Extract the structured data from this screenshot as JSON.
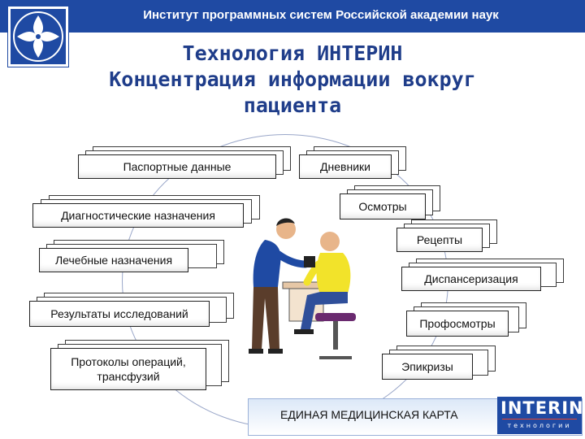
{
  "header": {
    "institute": "Институт программных систем Российской академии наук"
  },
  "logo": {
    "icon": "four-petal-emblem-icon",
    "color": "#1f4aa3"
  },
  "title": {
    "line1": "Технология ИНТЕРИН",
    "line2": "Концентрация информации вокруг",
    "line3": "пациента"
  },
  "cards": {
    "passport": "Паспортные данные",
    "diaries": "Дневники",
    "diagnostic": "Диагностические назначения",
    "exams": "Осмотры",
    "prescriptions": "Рецепты",
    "treatment": "Лечебные назначения",
    "dispensary": "Диспансеризация",
    "results": "Результаты исследований",
    "checkups": "Профосмотры",
    "protocols_line1": "Протоколы операций,",
    "protocols_line2": "трансфузий",
    "epicrises": "Эпикризы"
  },
  "center_image": {
    "icon": "doctor-measuring-patient-blood-pressure-illustration"
  },
  "bottom": {
    "emk": "ЕДИНАЯ МЕДИЦИНСКАЯ КАРТА",
    "brand": "INTERIN",
    "brand_sub": "технологии"
  },
  "colors": {
    "brand_blue": "#1f4aa3",
    "title_blue": "#1f3d8a",
    "brand_accent": "#e8452c"
  }
}
